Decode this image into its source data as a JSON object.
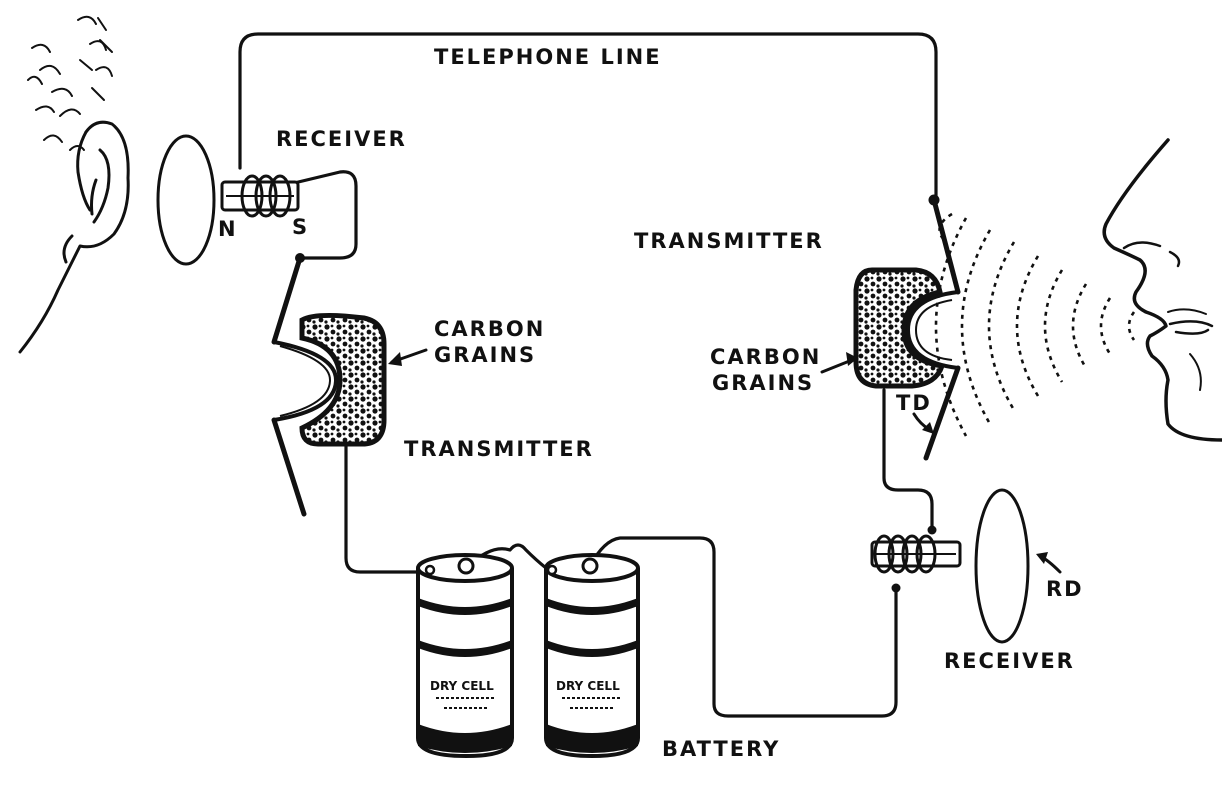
{
  "labels": {
    "telephone_line": "TELEPHONE LINE",
    "receiver_left": "RECEIVER",
    "pole_n": "N",
    "pole_s": "S",
    "transmitter_right": "TRANSMITTER",
    "carbon_left_1": "CARBON",
    "carbon_left_2": "GRAINS",
    "transmitter_left": "TRANSMITTER",
    "carbon_right_1": "CARBON",
    "carbon_right_2": "GRAINS",
    "td": "TD",
    "rd": "RD",
    "receiver_right": "RECEIVER",
    "battery": "BATTERY",
    "dry_cell_1": "DRY CELL",
    "dry_cell_2": "DRY CELL"
  }
}
